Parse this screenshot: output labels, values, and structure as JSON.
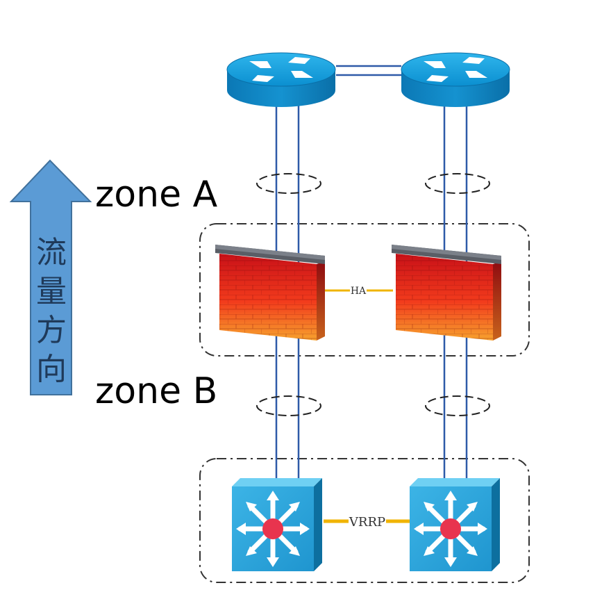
{
  "arrow": {
    "text_chars": [
      "流",
      "量",
      "方",
      "向"
    ],
    "color": "#5b9bd5",
    "border": "#41719c"
  },
  "zones": {
    "a_label": "zone A",
    "b_label": "zone B"
  },
  "links": {
    "ha_label": "HA",
    "vrrp_label": "VRRP",
    "cable_color": "#2e5aa8",
    "sync_color": "#f0b400"
  },
  "devices": {
    "routers": [
      {
        "icon": "router-icon"
      },
      {
        "icon": "router-icon"
      }
    ],
    "firewalls": [
      {
        "icon": "firewall-icon"
      },
      {
        "icon": "firewall-icon"
      }
    ],
    "switches": [
      {
        "icon": "l3-switch-icon"
      },
      {
        "icon": "l3-switch-icon"
      }
    ]
  }
}
